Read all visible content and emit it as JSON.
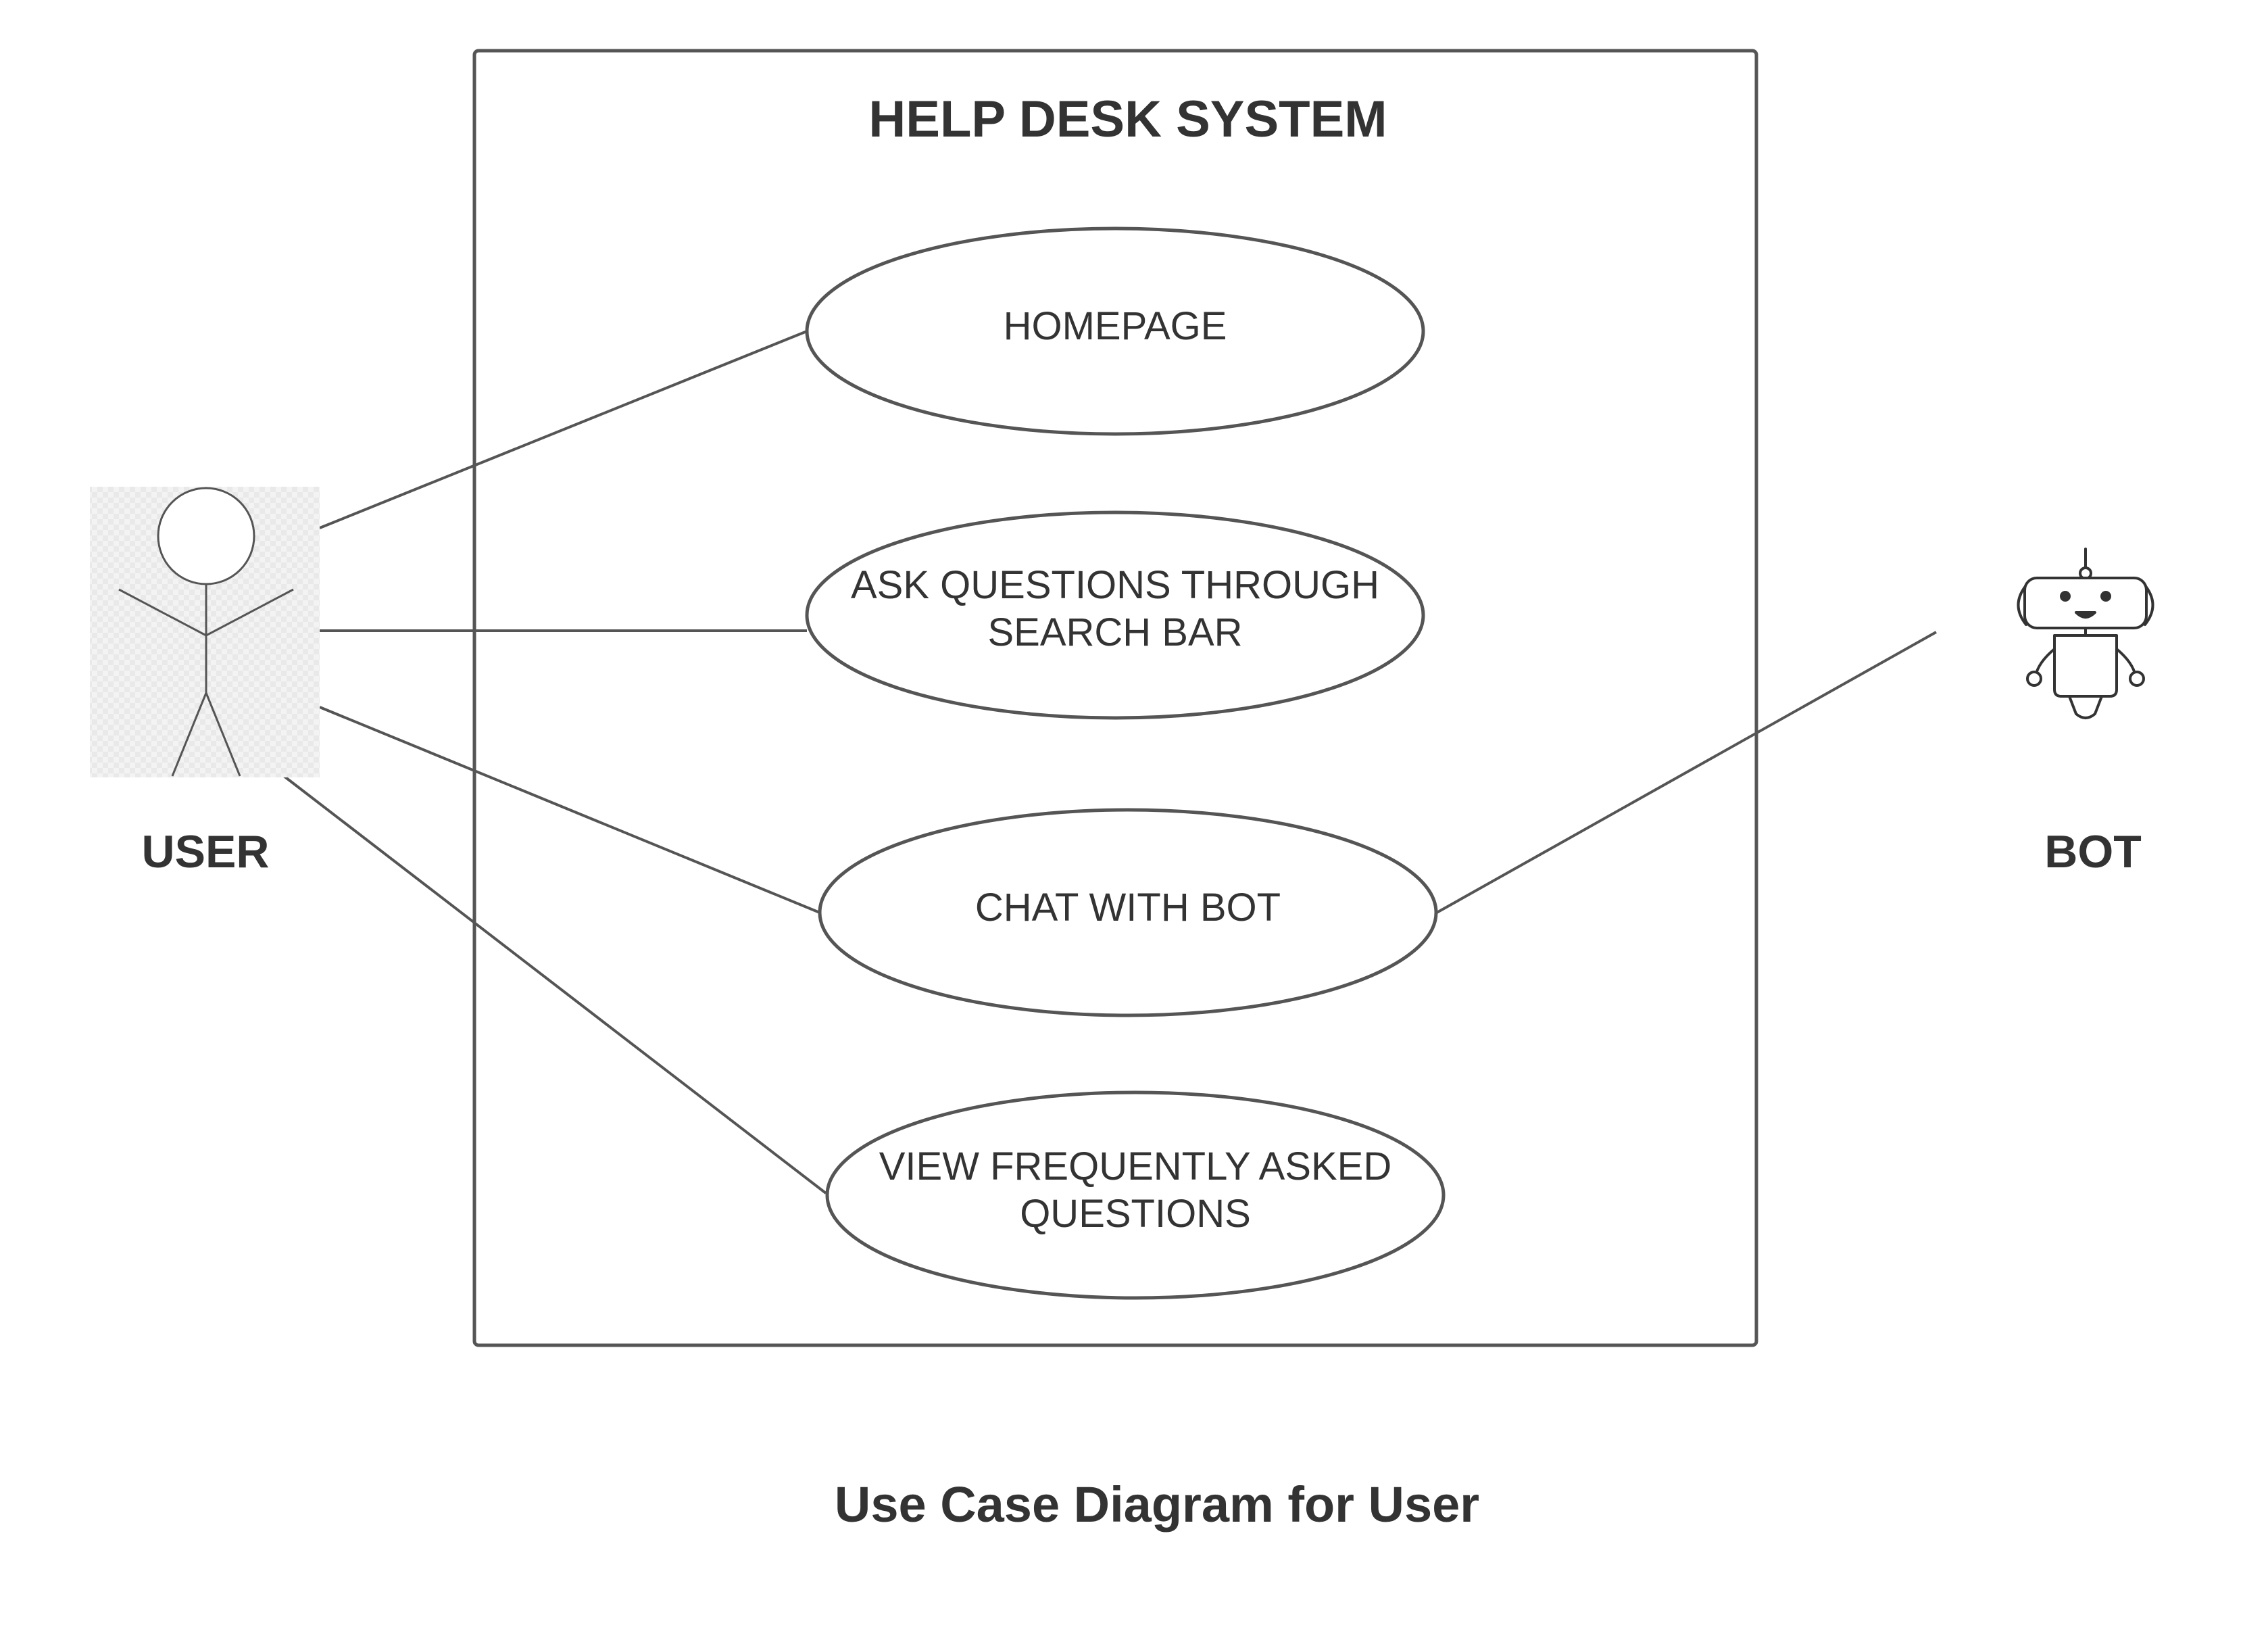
{
  "system": {
    "title": "HELP DESK SYSTEM"
  },
  "use_cases": [
    {
      "id": "homepage",
      "lines": [
        "HOMEPAGE"
      ]
    },
    {
      "id": "ask-questions",
      "lines": [
        "ASK QUESTIONS THROUGH",
        "SEARCH BAR"
      ]
    },
    {
      "id": "chat-with-bot",
      "lines": [
        "CHAT WITH BOT"
      ]
    },
    {
      "id": "view-faq",
      "lines": [
        "VIEW FREQUENTLY ASKED",
        "QUESTIONS"
      ]
    }
  ],
  "actors": {
    "user": {
      "label": "USER",
      "icon": "stick-figure-icon"
    },
    "bot": {
      "label": "BOT",
      "icon": "robot-icon"
    }
  },
  "associations": [
    {
      "from": "user",
      "to": "homepage"
    },
    {
      "from": "user",
      "to": "ask-questions"
    },
    {
      "from": "user",
      "to": "chat-with-bot"
    },
    {
      "from": "user",
      "to": "view-faq"
    },
    {
      "from": "bot",
      "to": "chat-with-bot"
    }
  ],
  "caption": "Use Case Diagram for User",
  "colors": {
    "stroke": "#555555",
    "text": "#333333",
    "actor_background": "#eeeeee"
  }
}
